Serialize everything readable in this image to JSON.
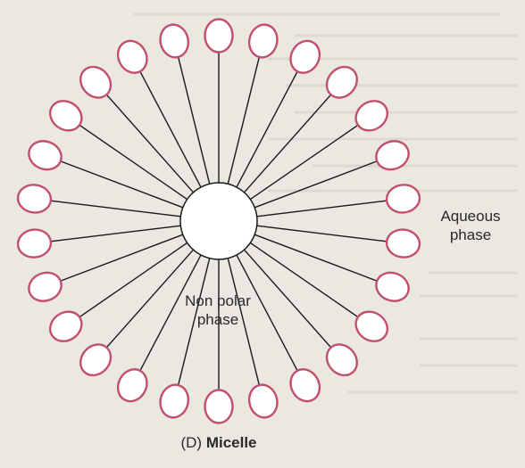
{
  "figure": {
    "aqueous_label_lines": [
      "Aqueous",
      "phase"
    ],
    "nonpolar_label_lines": [
      "Non polar",
      "phase"
    ],
    "caption_prefix": "(D)",
    "caption_title": "Micelle"
  },
  "micelle": {
    "molecule_count": 26,
    "head_color": "#c2506c",
    "tail_color": "#1a1a1a",
    "core_color": "#ffffff"
  }
}
